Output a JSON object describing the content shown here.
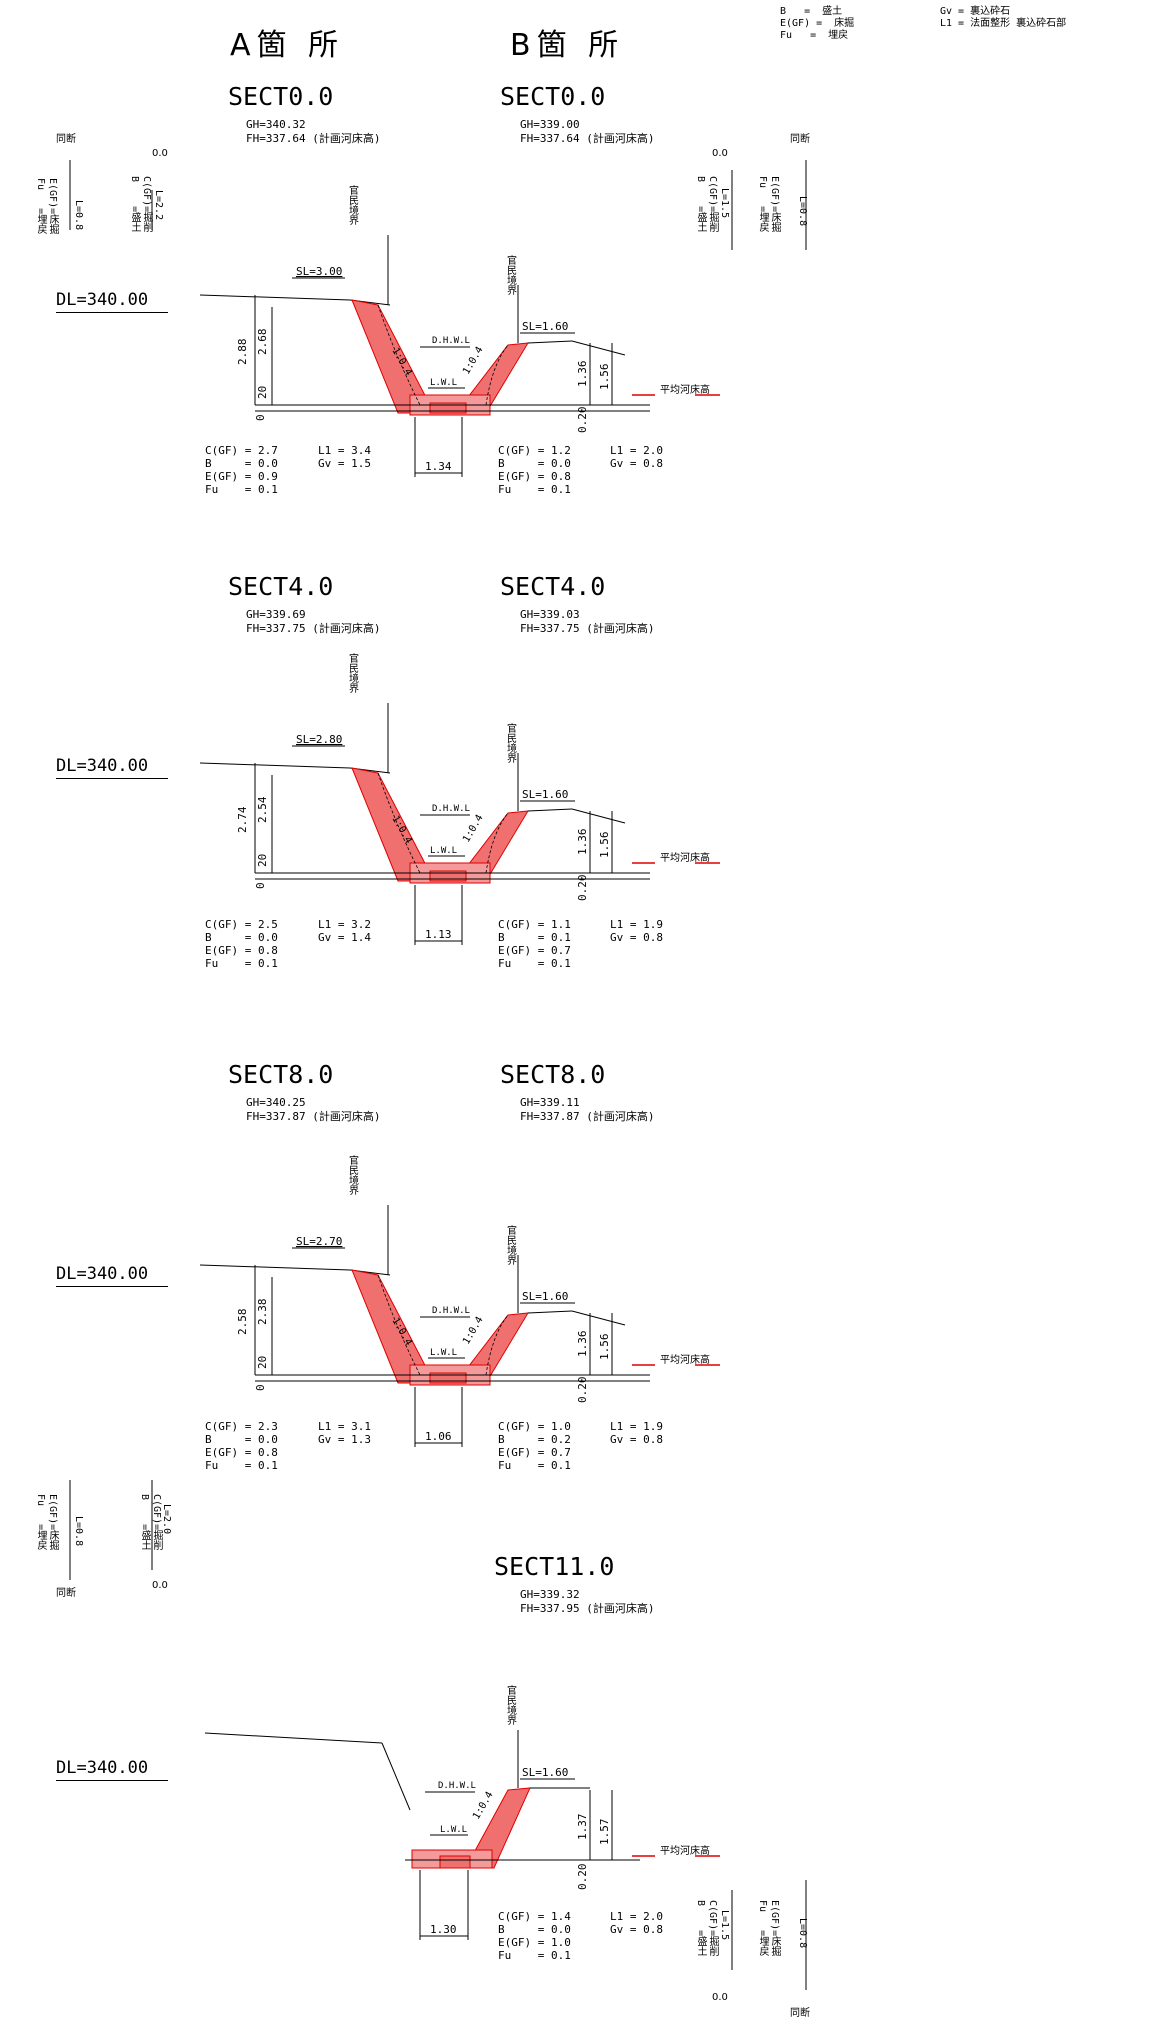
{
  "legend_top": {
    "left": [
      "B   =  盛土",
      "E(GF) =  床掘",
      "Fu   =  埋戻"
    ],
    "right": [
      "Gv = 裏込砕石",
      "L1 = 法面整形 裏込砕石部"
    ]
  },
  "headers": {
    "a": "A箇 所",
    "b": "B箇 所"
  },
  "side_blocks": {
    "top_left": {
      "same_section": "同断",
      "zero": "0.0",
      "ef_text": "E(GF)=床掘\nFu   =埋戻",
      "ef_L": "L=0.8",
      "cb_text": "C(GF)=掘削\nB    =盛土",
      "cb_L": "L=2.2"
    },
    "top_right": {
      "same_section": "同断",
      "zero": "0.0",
      "cb_text": "C(GF)=掘削\nB    =盛土",
      "cb_L": "L=1.5",
      "ef_text": "E(GF)=床掘\nFu   =埋戻",
      "ef_L": "L=0.8"
    },
    "mid_left": {
      "same_section": "同断",
      "zero": "0.0",
      "ef_text": "E(GF)=床掘\nFu   =埋戻",
      "ef_L": "L=0.8",
      "cb_text": "C(GF)=掘削\nB    =盛土",
      "cb_L": "L=2.0"
    },
    "bottom_right": {
      "same_section": "同断",
      "zero": "0.0",
      "cb_text": "C(GF)=掘削\nB    =盛土",
      "cb_L": "L=1.5",
      "ef_text": "E(GF)=床掘\nFu   =埋戻",
      "ef_L": "L=0.8"
    }
  },
  "sections": [
    {
      "a": {
        "name": "SECT0.0",
        "gh": "GH=340.32",
        "fh": "FH=337.64 (計画河床高)",
        "qty1": "C(GF) = 2.7\nB     = 0.0\nE(GF) = 0.9\nFu    = 0.1",
        "qty2": "L1 = 3.4\nGv = 1.5"
      },
      "b": {
        "name": "SECT0.0",
        "gh": "GH=339.00",
        "fh": "FH=337.64 (計画河床高)",
        "qty1": "C(GF) = 1.2\nB     = 0.0\nE(GF) = 0.8\nFu    = 0.1",
        "qty2": "L1 = 2.0\nGv = 0.8"
      },
      "dl": "DL=340.00",
      "dims": {
        "sl_a": "SL=3.00",
        "sl_b": "SL=1.60",
        "h1": "2.88",
        "h2": "2.68",
        "h3": "20",
        "h0": "0",
        "r1": "1.36",
        "r2": "1.56",
        "r3": "0.20",
        "bottom": "1.34",
        "slope1": "1:0.4",
        "slope2": "1:0.4"
      }
    },
    {
      "a": {
        "name": "SECT4.0",
        "gh": "GH=339.69",
        "fh": "FH=337.75 (計画河床高)",
        "qty1": "C(GF) = 2.5\nB     = 0.0\nE(GF) = 0.8\nFu    = 0.1",
        "qty2": "L1 = 3.2\nGv = 1.4"
      },
      "b": {
        "name": "SECT4.0",
        "gh": "GH=339.03",
        "fh": "FH=337.75 (計画河床高)",
        "qty1": "C(GF) = 1.1\nB     = 0.1\nE(GF) = 0.7\nFu    = 0.1",
        "qty2": "L1 = 1.9\nGv = 0.8"
      },
      "dl": "DL=340.00",
      "dims": {
        "sl_a": "SL=2.80",
        "sl_b": "SL=1.60",
        "h1": "2.74",
        "h2": "2.54",
        "h3": "20",
        "h0": "0",
        "r1": "1.36",
        "r2": "1.56",
        "r3": "0.20",
        "bottom": "1.13",
        "slope1": "1:0.4",
        "slope2": "1:0.4"
      }
    },
    {
      "a": {
        "name": "SECT8.0",
        "gh": "GH=340.25",
        "fh": "FH=337.87 (計画河床高)",
        "qty1": "C(GF) = 2.3\nB     = 0.0\nE(GF) = 0.8\nFu    = 0.1",
        "qty2": "L1 = 3.1\nGv = 1.3"
      },
      "b": {
        "name": "SECT8.0",
        "gh": "GH=339.11",
        "fh": "FH=337.87 (計画河床高)",
        "qty1": "C(GF) = 1.0\nB     = 0.2\nE(GF) = 0.7\nFu    = 0.1",
        "qty2": "L1 = 1.9\nGv = 0.8"
      },
      "dl": "DL=340.00",
      "dims": {
        "sl_a": "SL=2.70",
        "sl_b": "SL=1.60",
        "h1": "2.58",
        "h2": "2.38",
        "h3": "20",
        "h0": "0",
        "r1": "1.36",
        "r2": "1.56",
        "r3": "0.20",
        "bottom": "1.06",
        "slope1": "1:0.4",
        "slope2": "1:0.4"
      }
    },
    {
      "b": {
        "name": "SECT11.0",
        "gh": "GH=339.32",
        "fh": "FH=337.95 (計画河床高)",
        "qty1": "C(GF) = 1.4\nB     = 0.0\nE(GF) = 1.0\nFu    = 0.1",
        "qty2": "L1 = 2.0\nGv = 0.8"
      },
      "dl": "DL=340.00",
      "dims": {
        "sl_b": "SL=1.60",
        "r1": "1.37",
        "r2": "1.57",
        "r3": "0.20",
        "bottom": "1.30",
        "slope2": "1:0.4"
      }
    }
  ],
  "labels": {
    "boundary": "官民境界",
    "dhwl": "D.H.W.L",
    "lwl": "L.W.L",
    "avg_bed": "平均河床高"
  }
}
